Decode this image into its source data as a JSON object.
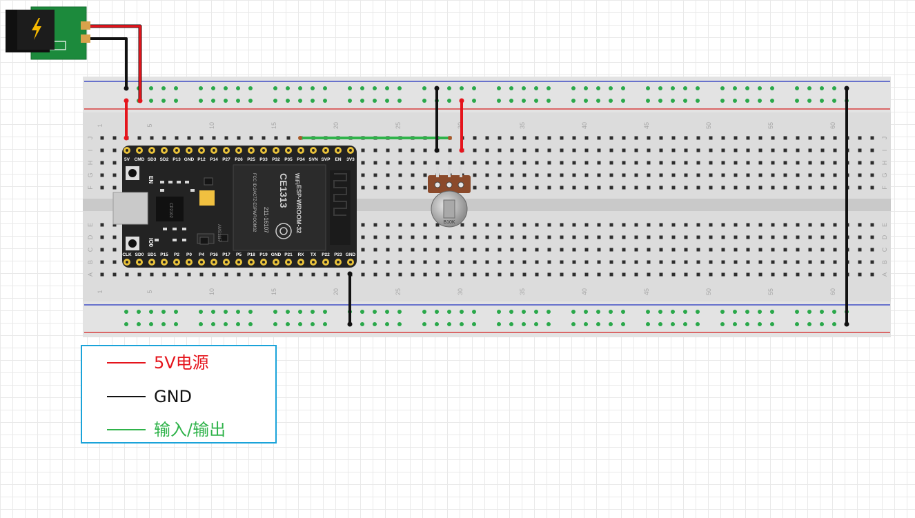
{
  "colors": {
    "power": "#e5141c",
    "ground": "#111111",
    "signal": "#2fb34a",
    "legend_border": "#1aa3d9",
    "breadboard": "#dedede",
    "esp_board": "#232323",
    "pot_body": "#8b4a2b"
  },
  "power_jack": {
    "icon": "lightning-bolt-icon"
  },
  "breadboard": {
    "row_letters_top": [
      "J",
      "I",
      "H",
      "G",
      "F"
    ],
    "row_letters_bottom": [
      "E",
      "D",
      "C",
      "B",
      "A"
    ],
    "column_numbers": [
      "1",
      "5",
      "10",
      "15",
      "20",
      "25",
      "30",
      "35",
      "40",
      "45",
      "50",
      "55",
      "60"
    ]
  },
  "esp32": {
    "top_pins": [
      "5V",
      "CMD",
      "SD3",
      "SD2",
      "P13",
      "GND",
      "P12",
      "P14",
      "P27",
      "P26",
      "P25",
      "P33",
      "P32",
      "P35",
      "P34",
      "SVN",
      "SVP",
      "EN",
      "3V3"
    ],
    "bottom_pins": [
      "CLK",
      "SD0",
      "SD1",
      "P15",
      "P2",
      "P0",
      "P4",
      "P16",
      "P17",
      "P5",
      "P18",
      "P19",
      "GND",
      "P21",
      "RX",
      "TX",
      "P22",
      "P23",
      "GND"
    ],
    "button_en": "EN",
    "button_io0": "IO0",
    "usb_chip_text": "CP2102",
    "regulator_text": "AMS1117",
    "module_text": {
      "wifi": "WiFi",
      "model": "ESP-WROOM-32",
      "ce": "CE1313",
      "fcc": "FCC ID:2AC7Z-ESPWROOM32",
      "code": "211-16107"
    }
  },
  "potentiometer": {
    "marking": "B10K"
  },
  "legend": {
    "items": [
      {
        "label": "5V电源",
        "color": "#e5141c"
      },
      {
        "label": "GND",
        "color": "#111111"
      },
      {
        "label": "输入/输出",
        "color": "#2fb34a"
      }
    ]
  }
}
